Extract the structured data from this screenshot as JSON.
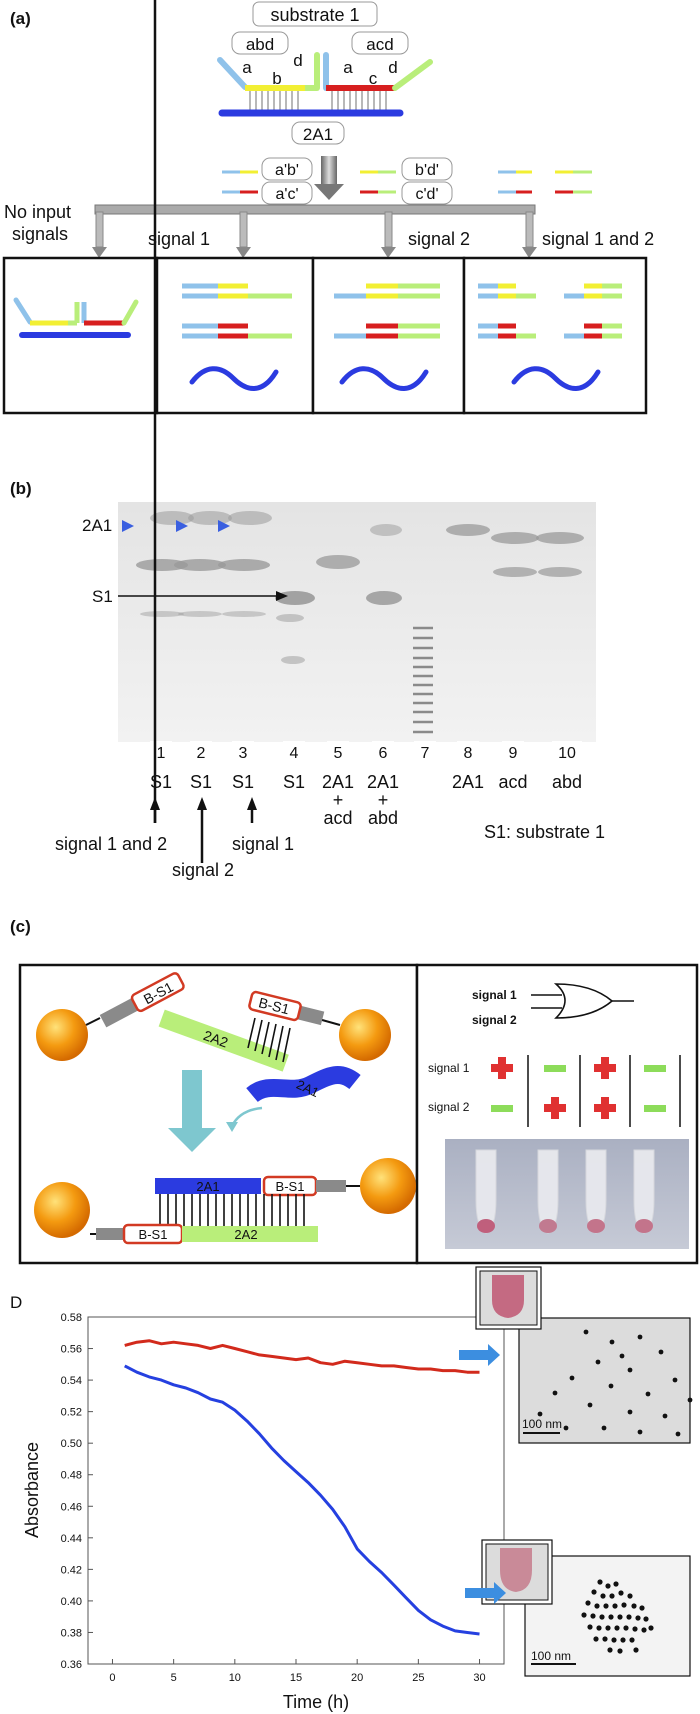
{
  "panel_a": {
    "label": "(a)",
    "substrate_label": "substrate 1",
    "strand_left": "abd",
    "strand_right": "acd",
    "seg_a": "a",
    "seg_b": "b",
    "seg_c": "c",
    "seg_d": "d",
    "template_label": "2A1",
    "sig_ab": "a'b'",
    "sig_ac": "a'c'",
    "sig_bd": "b'd'",
    "sig_cd": "c'd'",
    "no_input": [
      "No input",
      "signals"
    ],
    "signal1": "signal 1",
    "signal2": "signal 2",
    "signal12": "signal 1 and 2"
  },
  "panel_b": {
    "label": "(b)",
    "band_2a1": "2A1",
    "band_s1": "S1",
    "lanes": [
      "1",
      "2",
      "3",
      "4",
      "5",
      "6",
      "7",
      "8",
      "9",
      "10"
    ],
    "lane_samples": [
      [
        "S1"
      ],
      [
        "S1"
      ],
      [
        "S1"
      ],
      [
        "S1"
      ],
      [
        "2A1",
        "+",
        "acd"
      ],
      [
        "2A1",
        "+",
        "abd"
      ],
      [
        ""
      ],
      [
        "2A1"
      ],
      [
        "acd"
      ],
      [
        "abd"
      ]
    ],
    "arrow_labels": [
      "signal 1 and 2",
      "signal 2",
      "signal 1"
    ],
    "legend": "S1: substrate 1"
  },
  "panel_c": {
    "label": "(c)",
    "bs1": "B-S1",
    "s2a2": "2A2",
    "s2a1": "2A1",
    "gate_in1": "signal 1",
    "gate_in2": "signal 2",
    "row1": "signal 1",
    "row2": "signal 2",
    "row1_states": [
      "+",
      "-",
      "+",
      "-"
    ],
    "row2_states": [
      "-",
      "+",
      "+",
      "-"
    ]
  },
  "panel_d": {
    "label": "D",
    "scale_bar_top": "100 nm",
    "scale_bar_bottom": "100 nm"
  },
  "colors": {
    "blue": "#2b3be0",
    "yellow": "#f2ef33",
    "red": "#d71f1f",
    "green": "#b9ee7a",
    "lightblue": "#8fc2ea",
    "orange": "#f4a10f",
    "cyan": "#7ec7cf"
  },
  "chart_data": {
    "type": "line",
    "xlabel": "Time (h)",
    "ylabel": "Absorbance",
    "xlim": [
      -2,
      32
    ],
    "ylim": [
      0.36,
      0.58
    ],
    "xticks": [
      0,
      5,
      10,
      15,
      20,
      25,
      30
    ],
    "yticks": [
      0.36,
      0.38,
      0.4,
      0.42,
      0.44,
      0.46,
      0.48,
      0.5,
      0.52,
      0.54,
      0.56,
      0.58
    ],
    "series": [
      {
        "color": "#d22a1c",
        "x": [
          1,
          2,
          3,
          4,
          5,
          6,
          7,
          8,
          9,
          10,
          11,
          12,
          13,
          14,
          15,
          16,
          17,
          18,
          19,
          20,
          21,
          22,
          23,
          24,
          25,
          26,
          27,
          28,
          29,
          30
        ],
        "values": [
          0.562,
          0.564,
          0.565,
          0.563,
          0.564,
          0.563,
          0.562,
          0.56,
          0.562,
          0.56,
          0.558,
          0.556,
          0.555,
          0.554,
          0.553,
          0.554,
          0.551,
          0.55,
          0.552,
          0.551,
          0.55,
          0.549,
          0.549,
          0.548,
          0.547,
          0.547,
          0.546,
          0.546,
          0.545,
          0.545
        ]
      },
      {
        "color": "#2540e0",
        "x": [
          1,
          2,
          3,
          4,
          5,
          6,
          7,
          8,
          9,
          10,
          11,
          12,
          13,
          14,
          15,
          16,
          17,
          18,
          19,
          20,
          21,
          22,
          23,
          24,
          25,
          26,
          27,
          28,
          29,
          30
        ],
        "values": [
          0.549,
          0.545,
          0.542,
          0.54,
          0.537,
          0.535,
          0.532,
          0.528,
          0.526,
          0.521,
          0.514,
          0.506,
          0.497,
          0.489,
          0.482,
          0.475,
          0.467,
          0.458,
          0.447,
          0.433,
          0.425,
          0.418,
          0.41,
          0.402,
          0.394,
          0.388,
          0.384,
          0.381,
          0.38,
          0.379
        ]
      }
    ]
  }
}
